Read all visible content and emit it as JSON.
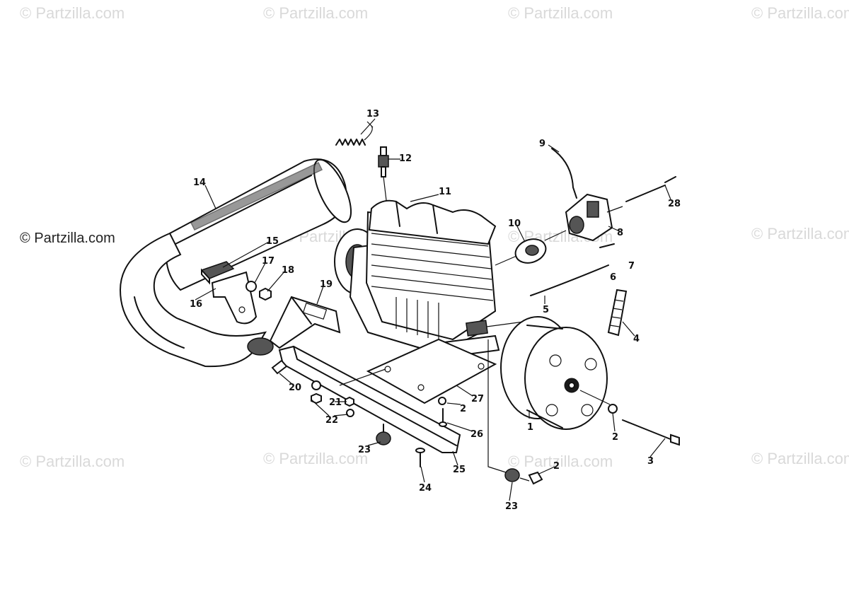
{
  "watermark": {
    "text": "© Partzilla.com",
    "strong_text": "© Partzilla.com"
  },
  "labels": {
    "l1": "1",
    "l2a": "2",
    "l2b": "2",
    "l2c": "2",
    "l3": "3",
    "l4": "4",
    "l5": "5",
    "l6": "6",
    "l7": "7",
    "l8": "8",
    "l9": "9",
    "l10": "10",
    "l11": "11",
    "l12": "12",
    "l13": "13",
    "l14": "14",
    "l15": "15",
    "l16": "16",
    "l17": "17",
    "l18": "18",
    "l19": "19",
    "l20": "20",
    "l21": "21",
    "l22": "22",
    "l23a": "23",
    "l23b": "23",
    "l24": "24",
    "l25": "25",
    "l26": "26",
    "l27": "27",
    "l28": "28"
  }
}
